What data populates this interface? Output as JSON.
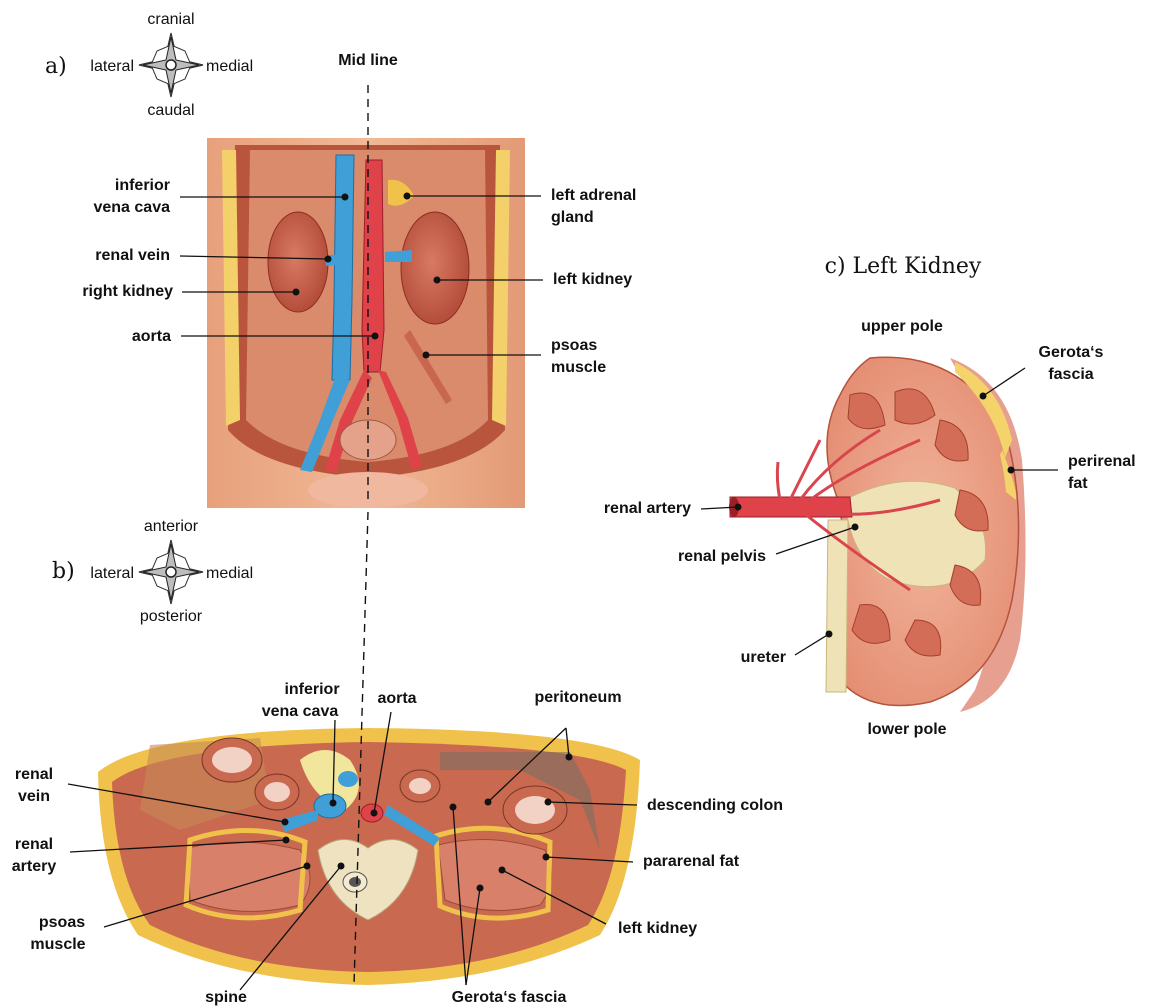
{
  "panel_a": {
    "letter": "a)",
    "compass": {
      "top": "cranial",
      "bottom": "caudal",
      "left": "lateral",
      "right": "medial"
    },
    "midline": "Mid line",
    "labels": {
      "ivc_1": "inferior",
      "ivc_2": "vena cava",
      "renal_vein": "renal vein",
      "right_kidney": "right kidney",
      "aorta": "aorta",
      "adrenal_1": "left adrenal",
      "adrenal_2": "gland",
      "left_kidney": "left kidney",
      "psoas_1": "psoas",
      "psoas_2": "muscle"
    }
  },
  "panel_b": {
    "letter": "b)",
    "compass": {
      "top": "anterior",
      "bottom": "posterior",
      "left": "lateral",
      "right": "medial"
    },
    "labels": {
      "ivc_1": "inferior",
      "ivc_2": "vena cava",
      "aorta": "aorta",
      "peritoneum": "peritoneum",
      "renal_vein_1": "renal",
      "renal_vein_2": "vein",
      "renal_artery_1": "renal",
      "renal_artery_2": "artery",
      "psoas_1": "psoas",
      "psoas_2": "muscle",
      "spine": "spine",
      "descending_colon": "descending colon",
      "pararenal_fat": "pararenal fat",
      "left_kidney": "left kidney",
      "gerota": "Gerota‘s fascia"
    }
  },
  "panel_c": {
    "title": "c) Left Kidney",
    "labels": {
      "upper_pole": "upper pole",
      "gerota_1": "Gerota‘s",
      "gerota_2": "fascia",
      "perirenal_1": "perirenal",
      "perirenal_2": "fat",
      "renal_artery": "renal artery",
      "renal_pelvis": "renal pelvis",
      "ureter": "ureter",
      "lower_pole": "lower pole"
    }
  },
  "colors": {
    "skin": "#e8a27e",
    "muscle": "#c9684d",
    "kidney": "#c0553f",
    "vein": "#3f9fd6",
    "artery": "#e0424a",
    "fat": "#f2d45c",
    "pelvis": "#efe2b6",
    "bone": "#efe2c0"
  }
}
